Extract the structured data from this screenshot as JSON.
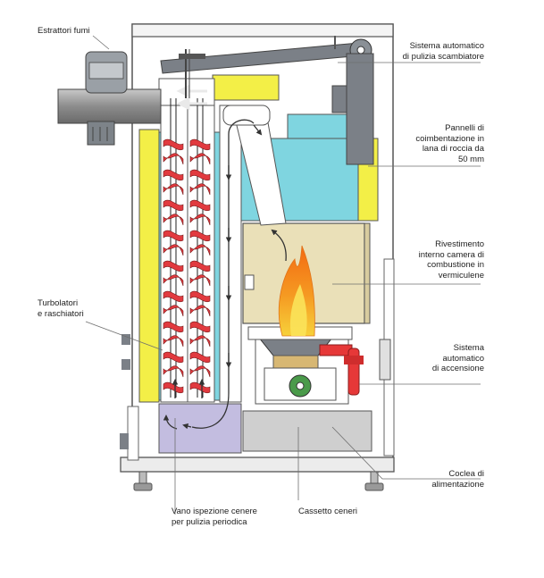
{
  "colors": {
    "casing": "#ffffff",
    "outline": "#555555",
    "yellow_insulation": "#f3ef47",
    "cyan_water": "#7fd5e0",
    "vermiculite": "#eae0b8",
    "ash_space": "#c3bde0",
    "ash_drawer": "#cfcfcf",
    "turbulator_red": "#e13a3f",
    "grey_mechanism": "#7b8087",
    "flame_orange": "#f59a22",
    "ignition_red": "#e63838",
    "auger_green": "#4a9a4a"
  },
  "labels": {
    "extractors": "Estrattori fumi",
    "cleaning_system": [
      "Sistema automatico",
      "di pulizia scambiatore"
    ],
    "panels": [
      "Pannelli di",
      "coimbentazione in",
      "lana di roccia da",
      "50 mm"
    ],
    "lining": [
      "Rivestimento",
      "interno camera di",
      "combustione in",
      "vermiculene"
    ],
    "turbulators": [
      "Turbolatori",
      "e raschiatori"
    ],
    "ignition": [
      "Sistema",
      "automatico",
      "di accensione"
    ],
    "auger": [
      "Coclea di",
      "alimentazione"
    ],
    "ash_inspection": [
      "Vano ispezione cenere",
      "per pulizia periodica"
    ],
    "ash_drawer": "Cassetto ceneri"
  }
}
